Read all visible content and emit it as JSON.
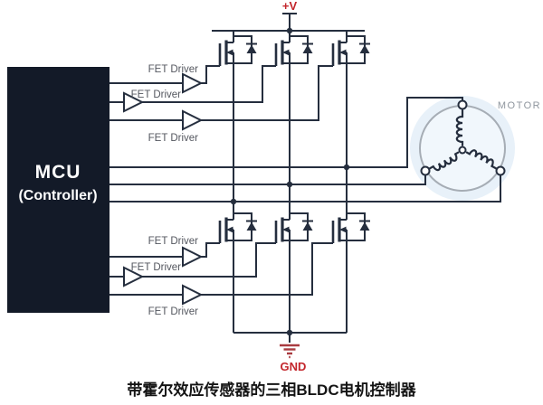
{
  "figure": {
    "caption": "带霍尔效应传感器的三相BLDC电机控制器"
  },
  "mcu": {
    "title": "MCU",
    "subtitle": "(Controller)"
  },
  "drivers": {
    "labels": [
      "FET Driver",
      "FET Driver",
      "FET Driver",
      "FET Driver",
      "FET Driver",
      "FET Driver"
    ]
  },
  "power": {
    "positive": "+V",
    "ground": "GND"
  },
  "motor": {
    "label": "MOTOR",
    "winding_config": "wye",
    "terminals": 3,
    "phases": 3
  },
  "bridge": {
    "high_side_mosfets": 3,
    "low_side_mosfets": 3,
    "body_diodes": true
  },
  "colors": {
    "wire": "#252e3e",
    "mcu_fill": "#131a28",
    "mcu_text": "#ffffff",
    "rail_red": "#c3262c",
    "ground_symbol_red": "#a93b40",
    "driver_label_gray": "#54575f",
    "motor_label_gray": "#8f969e",
    "motor_halo": "#e8f1f9",
    "motor_ring": "#a6adb5",
    "caption_black": "#141414"
  }
}
